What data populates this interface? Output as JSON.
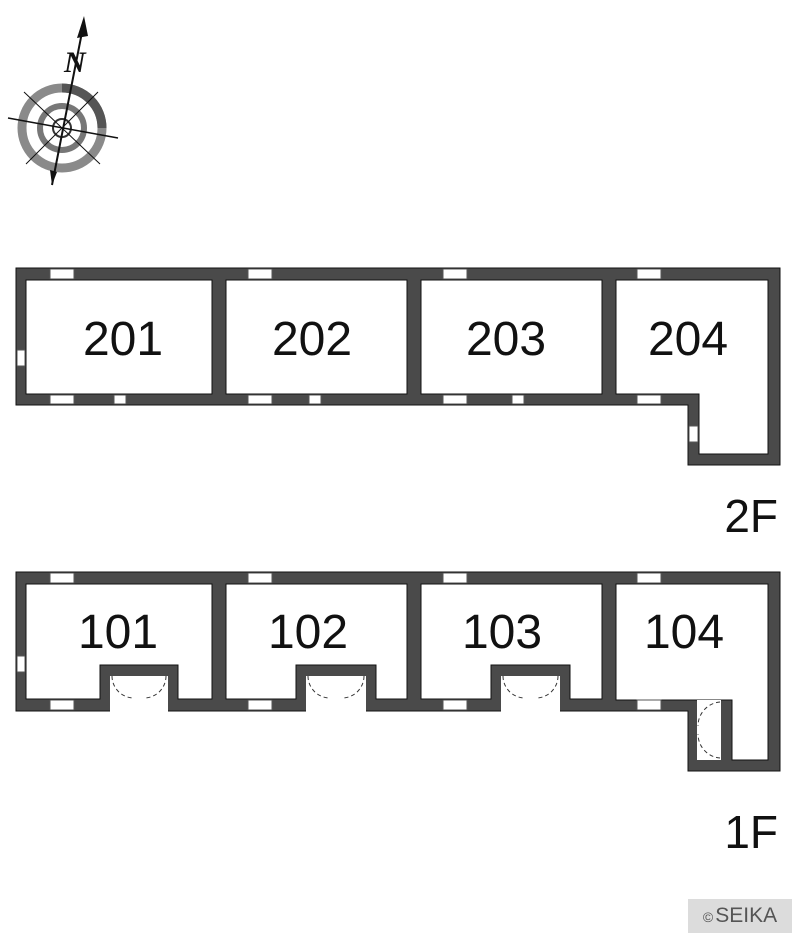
{
  "compass": {
    "north_label": "N"
  },
  "floors": [
    {
      "label": "2F",
      "rooms": [
        "201",
        "202",
        "203",
        "204"
      ]
    },
    {
      "label": "1F",
      "rooms": [
        "101",
        "102",
        "103",
        "104"
      ]
    }
  ],
  "copyright": {
    "symbol": "©",
    "text": "SEIKA"
  },
  "colors": {
    "wall": "#4a4a4a",
    "wall_outline": "#111111",
    "compass_ring": "#8a8a8a"
  }
}
